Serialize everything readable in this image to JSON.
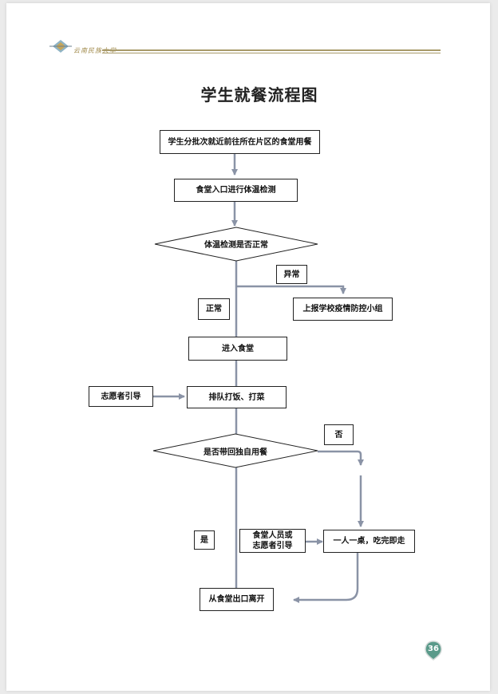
{
  "header": {
    "logo_text": "云南民族大学"
  },
  "title": "学生就餐流程图",
  "nodes": {
    "step_go": "学生分批次就近前往所在片区的食堂用餐",
    "step_temp": "食堂入口进行体温检测",
    "decision_temp": "体温检测是否正常",
    "label_abnormal": "异常",
    "step_report": "上报学校疫情防控小组",
    "label_normal": "正常",
    "step_enter": "进入食堂",
    "volunteer_guide": "志愿者引导",
    "step_queue": "排队打饭、打菜",
    "decision_takeaway": "是否带回独自用餐",
    "label_no": "否",
    "label_yes": "是",
    "staff_guide": "食堂人员或\n志愿者引导",
    "step_one_table": "一人一桌，吃完即走",
    "step_exit": "从食堂出口离开"
  },
  "colors": {
    "arrow": "#8a93a6",
    "box_border": "#222222",
    "header_rule": "#a89a6a",
    "page_badge": "#5a9a8a"
  },
  "page_number": "36"
}
